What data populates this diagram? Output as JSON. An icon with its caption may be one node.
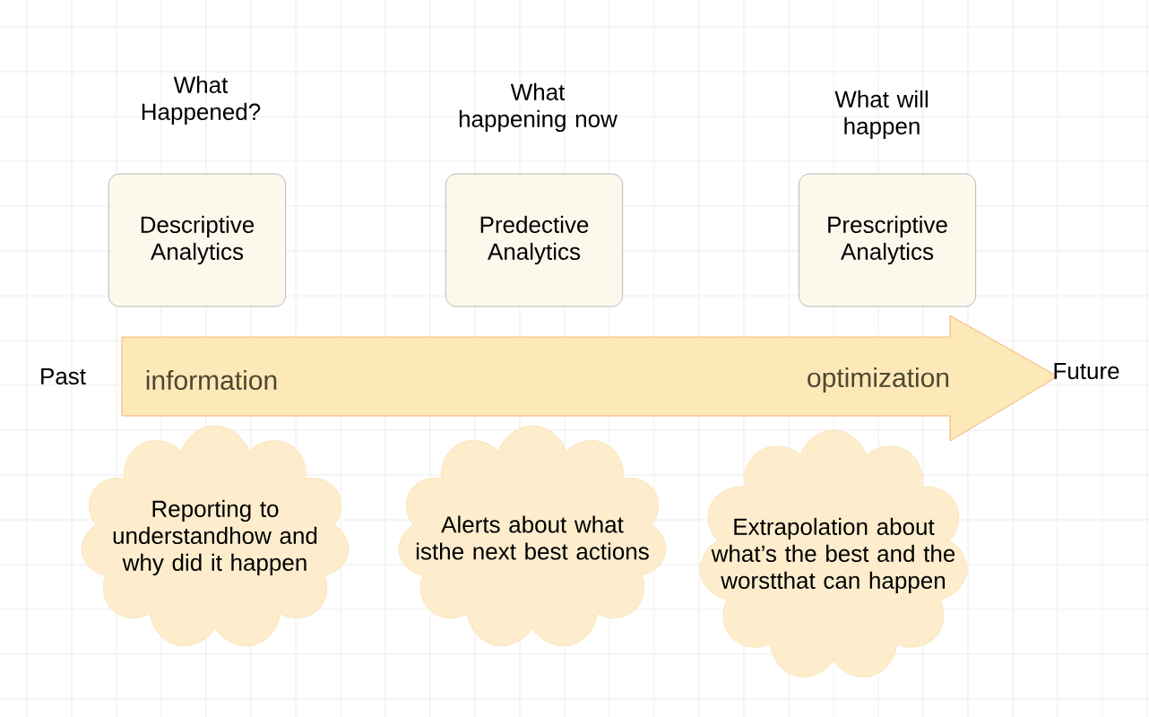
{
  "diagram": {
    "nodes": [
      {
        "text": [
          "Descriptive Analytics"
        ],
        "beside": [
          "What Happened?"
        ]
      },
      {
        "text": [
          "Predective Analytics"
        ],
        "beside": [
          "What happening now"
        ]
      },
      {
        "text": [
          "Prescriptive Analytics"
        ],
        "beside": [
          "What will happen"
        ]
      },
      {
        "text": [
          "information",
          "optimization"
        ]
      },
      {
        "text": [
          "Reporting to understandhow and why did it happen"
        ]
      },
      {
        "text": [
          "Alerts about what isthe next best actions"
        ]
      },
      {
        "text": [
          "Extrapolation about what’s the best and the worstthat can happen"
        ]
      }
    ],
    "labels": [
      "Past",
      "Future"
    ]
  }
}
